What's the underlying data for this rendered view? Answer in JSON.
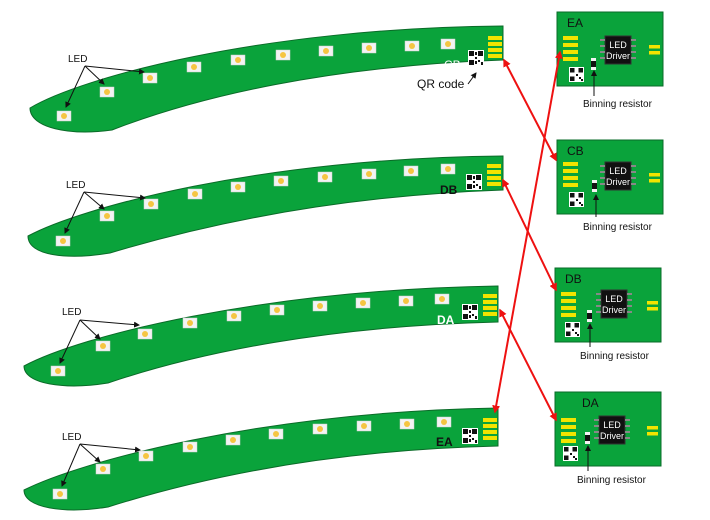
{
  "labels": {
    "led": "LED",
    "qr_code": "QR code",
    "led_driver_line1": "LED",
    "led_driver_line2": "Driver",
    "binning_resistor": "Binning resistor"
  },
  "strips": [
    {
      "code": "CB",
      "has_qr_callout": true
    },
    {
      "code": "DB",
      "has_qr_callout": false
    },
    {
      "code": "DA",
      "has_qr_callout": false
    },
    {
      "code": "EA",
      "has_qr_callout": false
    }
  ],
  "boards": [
    {
      "code": "EA"
    },
    {
      "code": "CB"
    },
    {
      "code": "DB"
    },
    {
      "code": "DA"
    }
  ],
  "connections": [
    {
      "strip": "CB",
      "board": "CB"
    },
    {
      "strip": "DB",
      "board": "DB"
    },
    {
      "strip": "DA",
      "board": "DA"
    },
    {
      "strip": "EA",
      "board": "EA"
    }
  ],
  "colors": {
    "pcb_green": "#0aa33b",
    "pcb_outline": "#0a6b28",
    "connector_yellow": "#f2e400",
    "led_body": "#f3f3f3",
    "led_phosphor": "#f5c542",
    "ic_black": "#111111",
    "arrow_red": "#ee1111"
  }
}
